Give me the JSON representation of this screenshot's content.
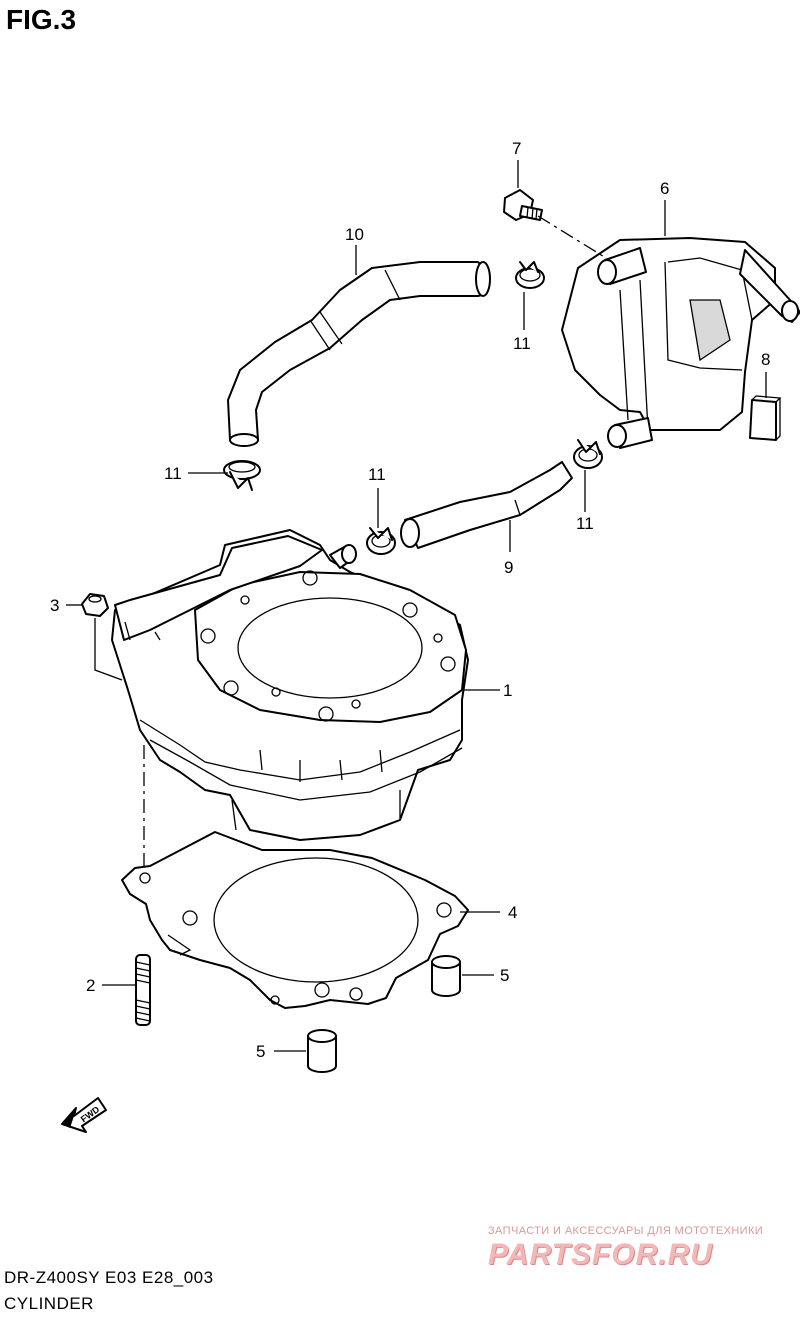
{
  "figure": {
    "title": "FIG.3",
    "model_code": "DR-Z400SY E03 E28_003",
    "section_title": "CYLINDER"
  },
  "callouts": [
    {
      "id": "c1",
      "label": "1"
    },
    {
      "id": "c2",
      "label": "2"
    },
    {
      "id": "c3",
      "label": "3"
    },
    {
      "id": "c4",
      "label": "4"
    },
    {
      "id": "c5a",
      "label": "5"
    },
    {
      "id": "c5b",
      "label": "5"
    },
    {
      "id": "c6",
      "label": "6"
    },
    {
      "id": "c7",
      "label": "7"
    },
    {
      "id": "c8",
      "label": "8"
    },
    {
      "id": "c9",
      "label": "9"
    },
    {
      "id": "c10",
      "label": "10"
    },
    {
      "id": "c11a",
      "label": "11"
    },
    {
      "id": "c11b",
      "label": "11"
    },
    {
      "id": "c11c",
      "label": "11"
    },
    {
      "id": "c11d",
      "label": "11"
    }
  ],
  "fwd_arrow": {
    "label": "FWD"
  },
  "watermark": {
    "tagline": "ЗАПЧАСТИ И АКСЕССУАРЫ ДЛЯ МОТОТЕХНИКИ",
    "logo_text": "PARTSFOR.RU"
  }
}
